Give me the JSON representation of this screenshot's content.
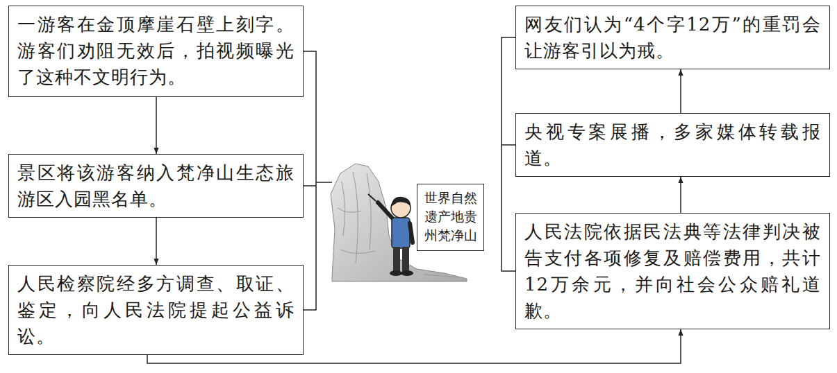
{
  "diagram": {
    "nodes": [
      {
        "text": [
          "一游客在金顶摩崖石壁上刻字。游客们劝阻无效后，拍视频曝光了这种不文明行为。"
        ]
      },
      {
        "text": [
          "景区将该游客纳入梵净山生态旅游区入园黑名单。"
        ]
      },
      {
        "text": [
          "人民检察院经多方调查、取证、鉴定，向人民法院提起公益诉讼。"
        ]
      },
      {
        "text": [
          "世界自然遗产地贵州梵净山"
        ]
      },
      {
        "text": [
          "人民法院依据民法典等法律判决被告支付各项修复及赔偿费用，共计12万余元，并向社会公众赔礼道歉。"
        ]
      },
      {
        "text": [
          "央视专案展播，多家媒体转载报道。"
        ]
      },
      {
        "text": [
          "网友们认为“4个字12万”的重罚会让游客引以为戒。"
        ]
      }
    ],
    "edges": [
      {
        "from": 0,
        "to": 1,
        "arrow": "to"
      },
      {
        "from": 1,
        "to": 2,
        "arrow": "to"
      },
      {
        "from": 2,
        "to": 4,
        "arrow": "to"
      },
      {
        "from": 4,
        "to": 5,
        "arrow": "to"
      },
      {
        "from": 5,
        "to": 6,
        "arrow": "to"
      }
    ]
  }
}
